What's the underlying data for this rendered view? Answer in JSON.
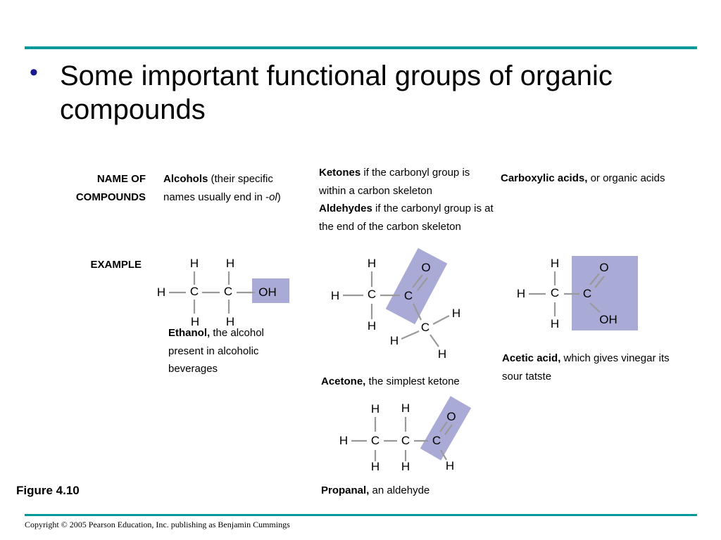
{
  "slide": {
    "bullet": "Some important functional groups of organic compounds",
    "figure_label": "Figure 4.10",
    "copyright": "Copyright © 2005 Pearson Education, Inc. publishing as Benjamin Cummings",
    "accent_color": "#009999",
    "highlight_color": "#aaaad6"
  },
  "row_labels": {
    "name_of_line1": "NAME OF",
    "name_of_line2": "COMPOUNDS",
    "example": "EXAMPLE"
  },
  "columns": {
    "alcohols": {
      "name_bold": "Alcohols",
      "name_rest": " (their specific names usually end in -",
      "name_italic": "ol",
      "name_close": ")",
      "example_bold": "Ethanol,",
      "example_rest": " the alcohol present in alcoholic beverages"
    },
    "carbonyl": {
      "ketones_bold": "Ketones",
      "ketones_rest": " if the carbonyl group is within a carbon skeleton",
      "aldehydes_bold": "Aldehydes",
      "aldehydes_rest": " if the carbonyl group is at the end of the carbon skeleton",
      "acetone_bold": "Acetone,",
      "acetone_rest": " the simplest ketone",
      "propanal_bold": "Propanal,",
      "propanal_rest": " an aldehyde"
    },
    "carboxylic": {
      "name_bold": "Carboxylic acids,",
      "name_rest": " or organic acids",
      "example_bold": "Acetic acid,",
      "example_rest": " which gives vinegar its sour tatste"
    }
  },
  "atoms": {
    "H": "H",
    "C": "C",
    "O": "O",
    "OH": "OH"
  }
}
